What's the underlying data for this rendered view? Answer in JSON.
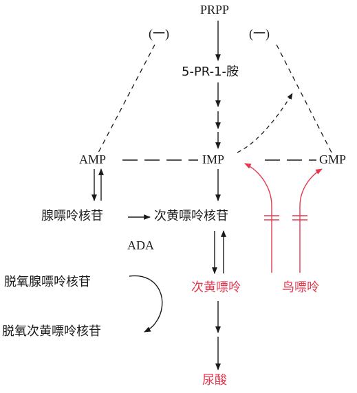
{
  "nodes": {
    "prpp": "PRPP",
    "pr1": "5-PR-1-胺",
    "amp": "AMP",
    "imp": "IMP",
    "gmp": "GMP",
    "adenosine": "腺嘌呤核苷",
    "inosine": "次黄嘌呤核苷",
    "ada": "ADA",
    "deoxyadenosine": "脱氧腺嘌呤核苷",
    "deoxyinosine": "脱氧次黄嘌呤核苷",
    "hypoxanthine": "次黄嘌呤",
    "guanine": "鸟嘌呤",
    "uric_acid": "尿酸"
  },
  "feedback": {
    "left": "(一)",
    "right": "(一)"
  },
  "colors": {
    "text": "#1a1a1a",
    "highlight": "#e5384f"
  }
}
